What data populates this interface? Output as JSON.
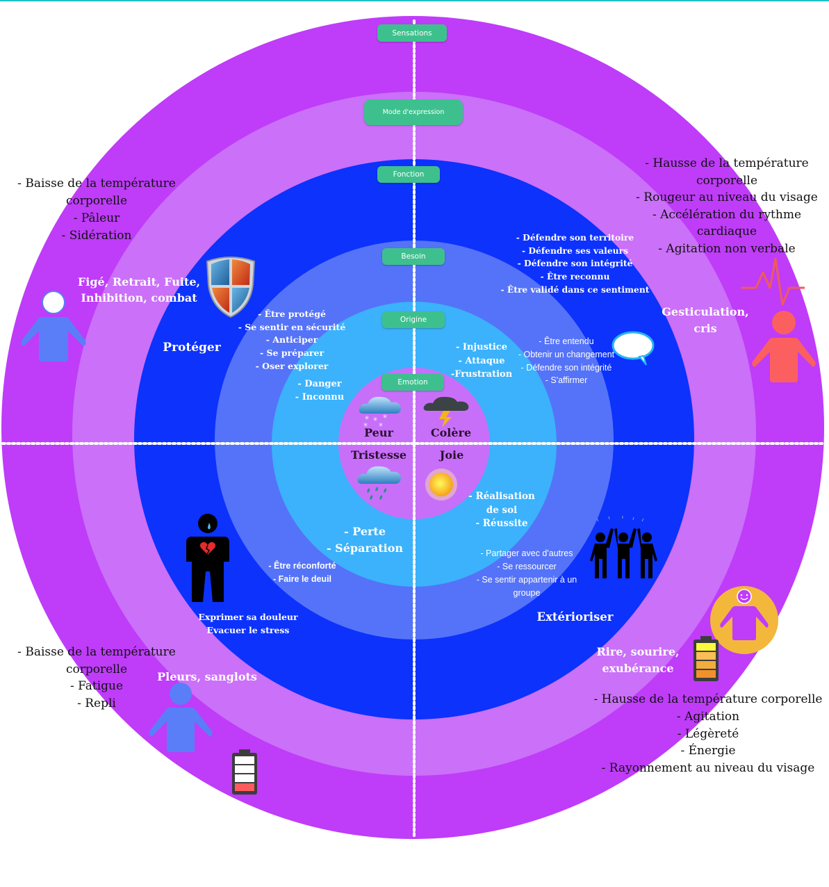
{
  "diagram": {
    "title": "Roue des émotions",
    "colors": {
      "ring_sensations": "#bf3cf9",
      "ring_expression": "#cb70f9",
      "ring_fonction": "#0c32fc",
      "ring_besoin": "#5573f8",
      "ring_origine": "#3bb2fb",
      "ring_emotion": "#c86ff9",
      "pill": "#3ec08e",
      "divider": "#ffffff"
    },
    "layers": [
      {
        "id": "sensations",
        "label": "Sensations"
      },
      {
        "id": "expression",
        "label": "Mode d'expression"
      },
      {
        "id": "fonction",
        "label": "Fonction"
      },
      {
        "id": "besoin",
        "label": "Besoin"
      },
      {
        "id": "origine",
        "label": "Origine"
      },
      {
        "id": "emotion",
        "label": "Emotion"
      }
    ],
    "quadrants": {
      "peur": {
        "emotion": "Peur",
        "emotion_icon": "snow-cloud-icon",
        "origine": "- Danger\n- Inconnu",
        "besoin": "- Être protégé\n- Se sentir en sécurité\n- Anticiper\n- Se préparer\n- Oser explorer",
        "fonction": "Protéger",
        "fonction_icon": "shield-icon",
        "expression": "Figé, Retrait, Fuite,\nInhibition, combat",
        "sensations": "- Baisse de la température\ncorporelle\n- Pâleur\n- Sidération",
        "person_icon": "person-icon"
      },
      "colere": {
        "emotion": "Colère",
        "emotion_icon": "storm-cloud-icon",
        "origine": "- Injustice\n- Attaque\n-Frustration",
        "besoin": "- Être entendu\n- Obtenir un changement\n- Défendre son intégrité\n- S'affirmer",
        "fonction": "- Défendre son territoire\n- Défendre ses valeurs\n- Défendre son intégrité\n- Être reconnu\n- Être validé dans ce sentiment",
        "fonction_icon": "speech-bubble-icon",
        "expression": "Gesticulation,\ncris",
        "sensations": "- Hausse de la température\ncorporelle\n- Rougeur au niveau du visage\n- Accélération du rythme\ncardiaque\n- Agitation non verbale",
        "person_icon": "heartbeat-person-icon"
      },
      "tristesse": {
        "emotion": "Tristesse",
        "emotion_icon": "rain-cloud-icon",
        "origine": "- Perte\n- Séparation",
        "besoin": "- Être réconforté\n- Faire le deuil",
        "fonction": "Exprimer sa douleur\nEvacuer le stress",
        "fonction_icon": "broken-heart-person-icon",
        "expression": "Pleurs, sanglots",
        "sensations": "- Baisse de la température\ncorporelle\n- Fatigue\n- Repli",
        "person_icon": "person-icon",
        "battery_icon": "battery-low-icon",
        "battery_level": 0.25
      },
      "joie": {
        "emotion": "Joie",
        "emotion_icon": "sun-icon",
        "origine": "- Réalisation\nde soi\n- Réussite",
        "besoin": "- Partager avec d'autres\n- Se ressourcer\n- Se sentir appartenir à un\ngroupe",
        "fonction": "Extérioriser",
        "fonction_icon": "group-celebration-icon",
        "expression": "Rire, sourire,\nexubérance",
        "sensations": "- Hausse de la température corporelle\n- Agitation\n- Légèreté\n- Énergie\n- Rayonnement au niveau du visage",
        "person_icon": "smiling-person-icon",
        "battery_icon": "battery-full-icon",
        "battery_level": 1.0
      }
    }
  }
}
